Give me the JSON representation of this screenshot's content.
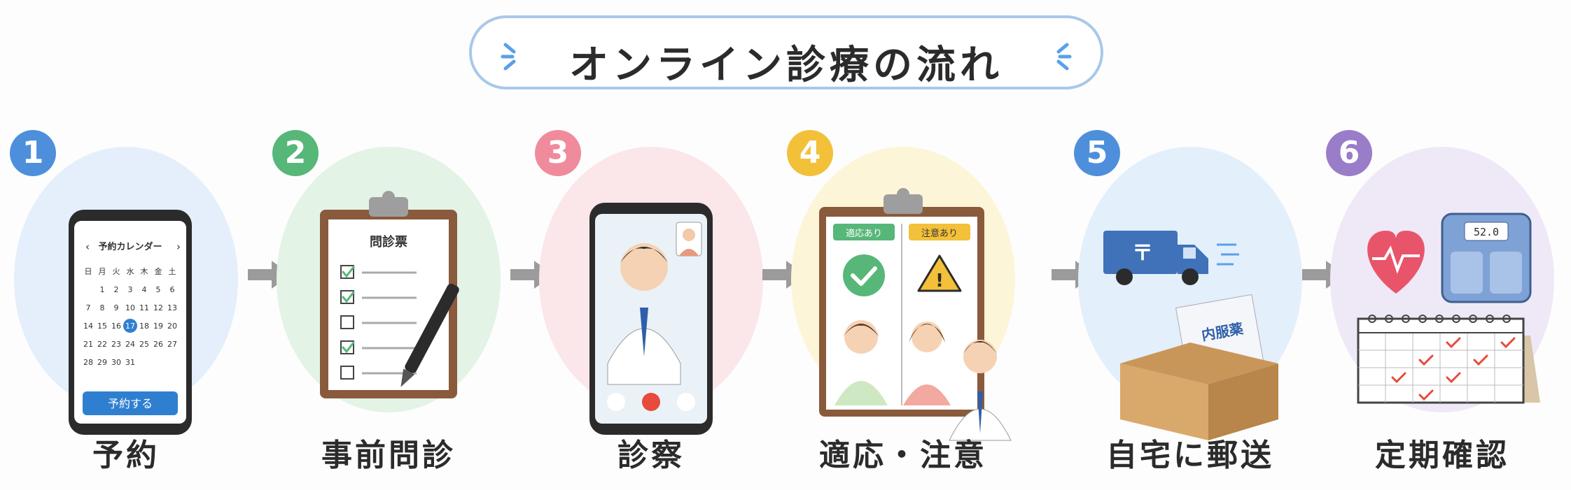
{
  "title": "オンライン診療の流れ",
  "colors": {
    "title_border": "#a9c8ea",
    "spark": "#5aa0e8"
  },
  "steps": [
    {
      "number": "1",
      "label": "予約",
      "badge_color": "#4e8fdc",
      "blob_color": "#e4effb"
    },
    {
      "number": "2",
      "label": "事前問診",
      "badge_color": "#57b779",
      "blob_color": "#e3f3e6"
    },
    {
      "number": "3",
      "label": "診察",
      "badge_color": "#f08b9c",
      "blob_color": "#fbe6ea"
    },
    {
      "number": "4",
      "label": "適応・注意",
      "badge_color": "#f3c03a",
      "blob_color": "#fdf5d8"
    },
    {
      "number": "5",
      "label": "自宅に郵送",
      "badge_color": "#4e8fdc",
      "blob_color": "#e3effb"
    },
    {
      "number": "6",
      "label": "定期確認",
      "badge_color": "#9a7dc8",
      "blob_color": "#efe9f7"
    }
  ],
  "calendar": {
    "title": "予約カレンダー",
    "weekdays": [
      "日",
      "月",
      "火",
      "水",
      "木",
      "金",
      "土"
    ],
    "rows": [
      [
        "",
        "",
        "1",
        "2",
        "3",
        "4",
        "5",
        "6"
      ],
      [
        "7",
        "8",
        "9",
        "10",
        "11",
        "12",
        "13"
      ],
      [
        "14",
        "15",
        "16",
        "17",
        "18",
        "19",
        "20"
      ],
      [
        "21",
        "22",
        "23",
        "24",
        "25",
        "26",
        "27"
      ],
      [
        "28",
        "29",
        "30",
        "31",
        "",
        "",
        ""
      ]
    ],
    "selected_day": "17",
    "button_label": "予約する"
  },
  "questionnaire": {
    "title": "問診票",
    "checked": [
      true,
      true,
      false,
      true,
      false
    ]
  },
  "assessment": {
    "left_label": "適応あり",
    "right_label": "注意あり"
  },
  "package": {
    "medicine_label": "内服薬"
  },
  "scale": {
    "reading": "52.0"
  }
}
